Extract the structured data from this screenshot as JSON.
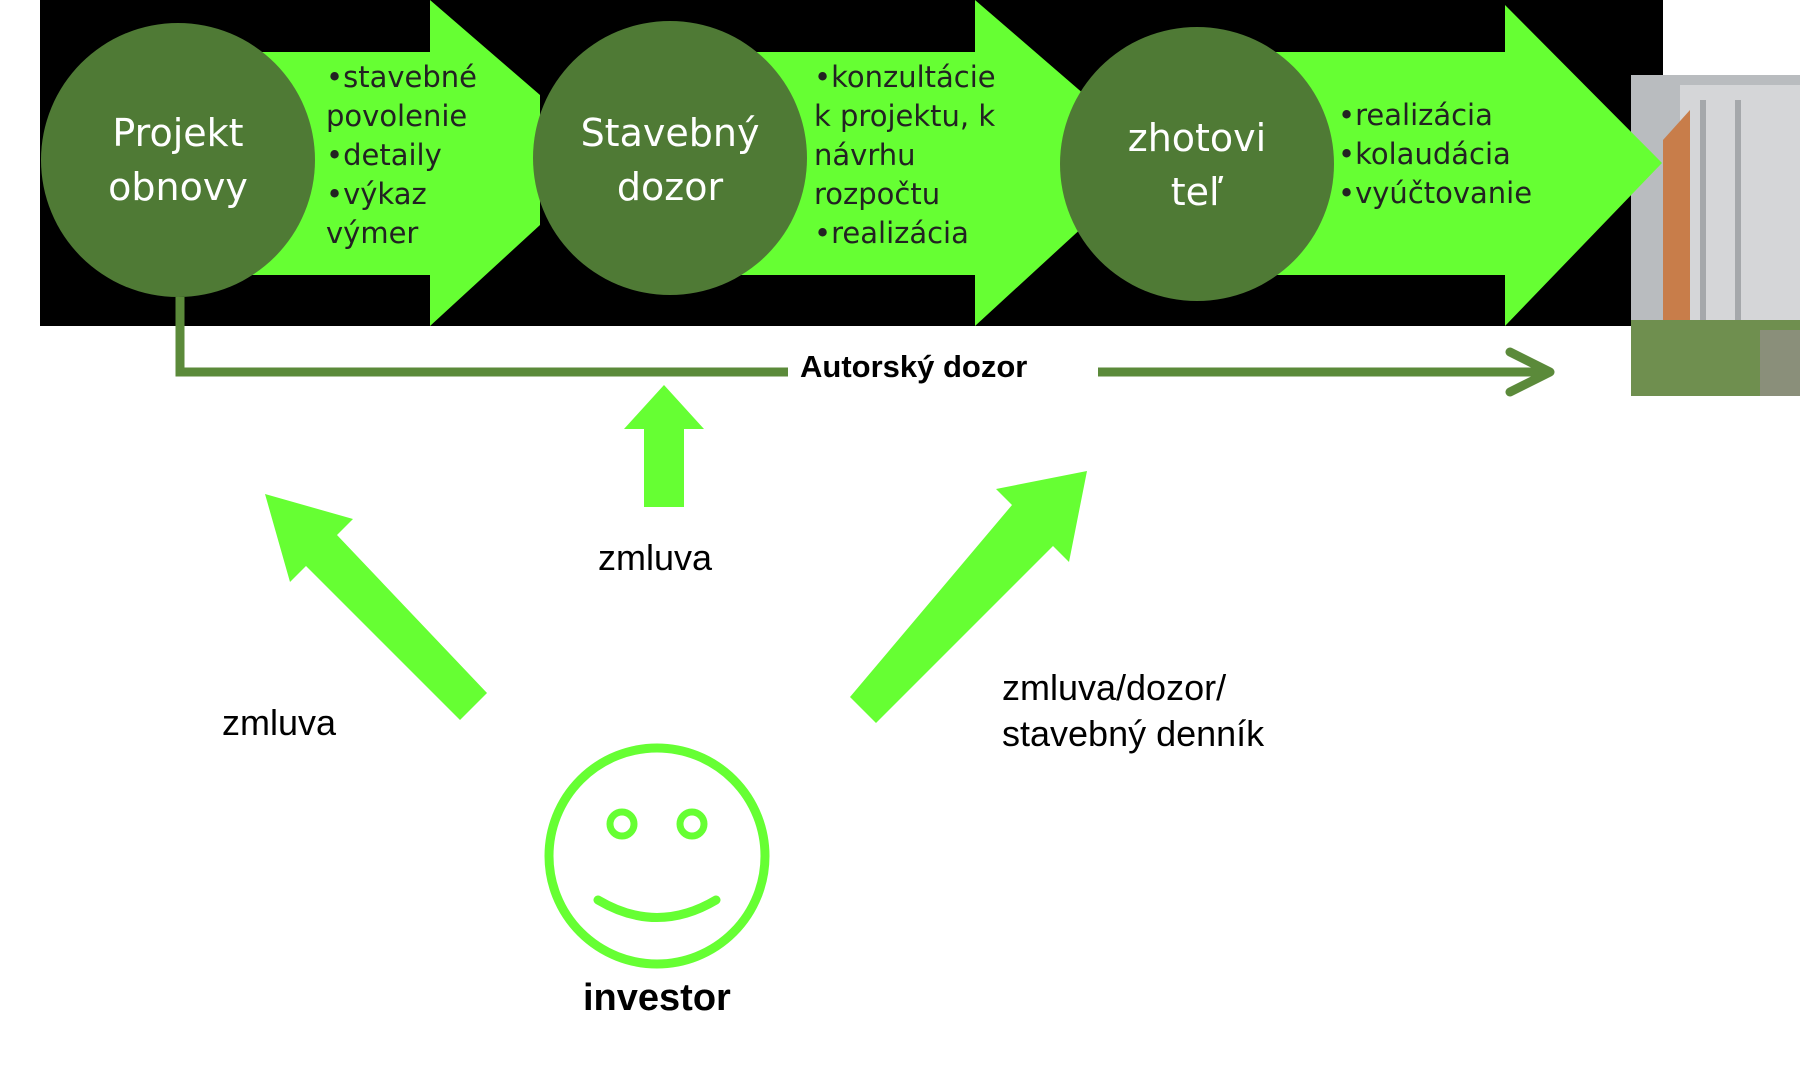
{
  "stages": [
    {
      "title_lines": [
        "Projekt",
        "obnovy"
      ],
      "bullets": [
        "stavebné povolenie",
        "detaily",
        "výkaz výmer"
      ]
    },
    {
      "title_lines": [
        "Stavebný",
        "dozor"
      ],
      "bullets": [
        "konzultácie k projektu, k návrhu rozpočtu",
        "realizácia"
      ]
    },
    {
      "title_lines": [
        "zhotovi",
        "teľ"
      ],
      "bullets": [
        "realizácia",
        "kolaudácia",
        "vyúčtovanie"
      ]
    }
  ],
  "author_supervision_label": "Autorský dozor",
  "contract_labels": {
    "left": "zmluva",
    "middle": "zmluva",
    "right_lines": [
      "zmluva/dozor/",
      "stavebný denník"
    ]
  },
  "investor_label": "investor",
  "colors": {
    "band_background": "#000000",
    "arrow_fill": "#66ff33",
    "circle_fill": "#4f7a35",
    "connector_line": "#5b8a3a",
    "smiley_stroke": "#66ff33"
  },
  "icons": {
    "building_photo": "building-photo",
    "investor": "smiley-face-icon"
  }
}
